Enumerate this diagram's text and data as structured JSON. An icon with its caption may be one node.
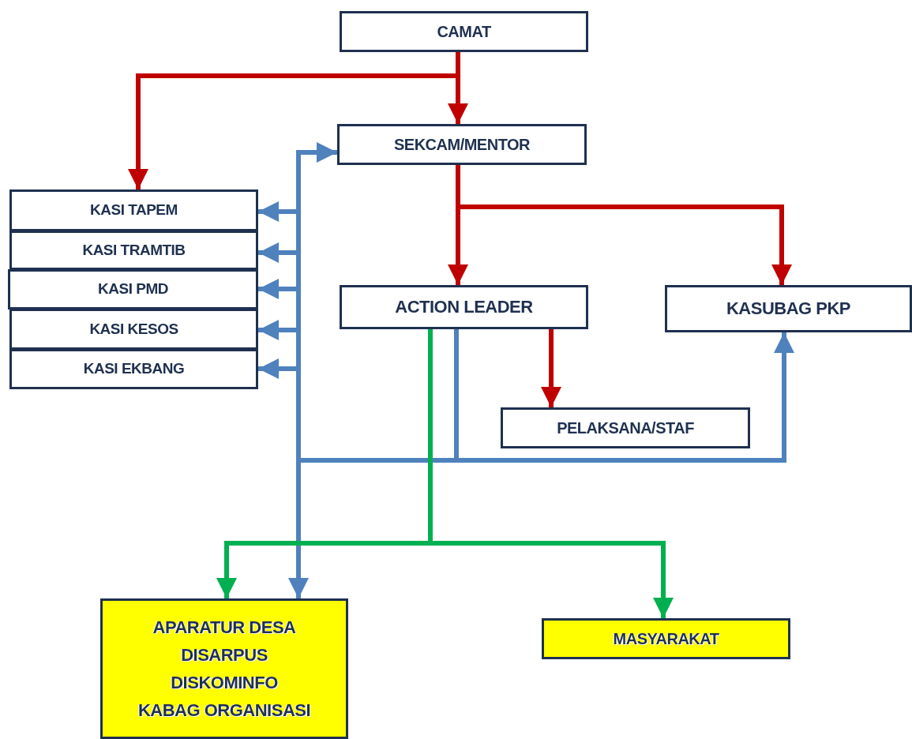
{
  "diagram": {
    "nodes": [
      {
        "text": [
          "CAMAT"
        ]
      },
      {
        "text": [
          "SEKCAM/MENTOR"
        ]
      },
      {
        "text": [
          "KASI TAPEM"
        ]
      },
      {
        "text": [
          "KASI TRAMTIB"
        ]
      },
      {
        "text": [
          "KASI PMD"
        ]
      },
      {
        "text": [
          "KASI KESOS"
        ]
      },
      {
        "text": [
          "KASI EKBANG"
        ]
      },
      {
        "text": [
          "ACTION LEADER"
        ]
      },
      {
        "text": [
          "KASUBAG PKP"
        ]
      },
      {
        "text": [
          "PELAKSANA/STAF"
        ]
      },
      {
        "text": [
          "APARATUR DESA",
          "DISARPUS",
          "DISKOMINFO",
          "KABAG ORGANISASI"
        ]
      },
      {
        "text": [
          "MASYARAKAT"
        ]
      }
    ],
    "edges": [
      {
        "from": 0,
        "to": 1,
        "arrow": "to",
        "color": "#c00000"
      },
      {
        "from": 0,
        "to": 2,
        "arrow": "to",
        "color": "#c00000"
      },
      {
        "from": 1,
        "to": 7,
        "arrow": "to",
        "color": "#c00000"
      },
      {
        "from": 1,
        "to": 8,
        "arrow": "to",
        "color": "#c00000"
      },
      {
        "from": 7,
        "to": 1,
        "arrow": "to"
      },
      {
        "from": 7,
        "to": 2,
        "arrow": "to"
      },
      {
        "from": 7,
        "to": 3,
        "arrow": "to"
      },
      {
        "from": 7,
        "to": 4,
        "arrow": "to"
      },
      {
        "from": 7,
        "to": 5,
        "arrow": "to"
      },
      {
        "from": 7,
        "to": 6,
        "arrow": "to"
      },
      {
        "from": 7,
        "to": 10,
        "arrow": "to"
      },
      {
        "from": 7,
        "to": 8,
        "arrow": "to"
      },
      {
        "from": 7,
        "to": 10,
        "arrow": "to",
        "color": "#00b050"
      },
      {
        "from": 7,
        "to": 11,
        "arrow": "to",
        "color": "#00b050"
      },
      {
        "from": 7,
        "to": 9,
        "arrow": "to",
        "color": "#c00000"
      }
    ]
  }
}
